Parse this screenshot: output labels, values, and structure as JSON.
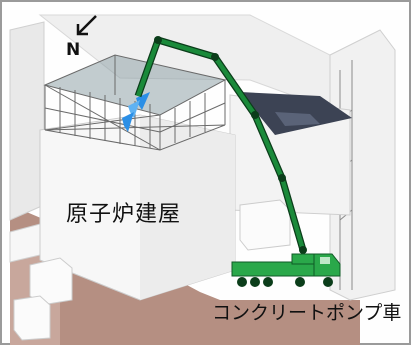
{
  "labels": {
    "reactor_building": "原子炉建屋",
    "pump_truck": "コンクリートポンプ車",
    "north": "N"
  },
  "icons": {
    "north_arrow": "arrow-down-left-icon",
    "water_spray": "water-spray-icon"
  },
  "colors": {
    "frame_border": "#9a9a9a",
    "boom": "#1a8a3a",
    "boom_joint": "#0b3d1a",
    "truck": "#2aa84a",
    "water": "#2b8fe6",
    "ground": "#b58f82",
    "building": "#f4f4f4"
  }
}
